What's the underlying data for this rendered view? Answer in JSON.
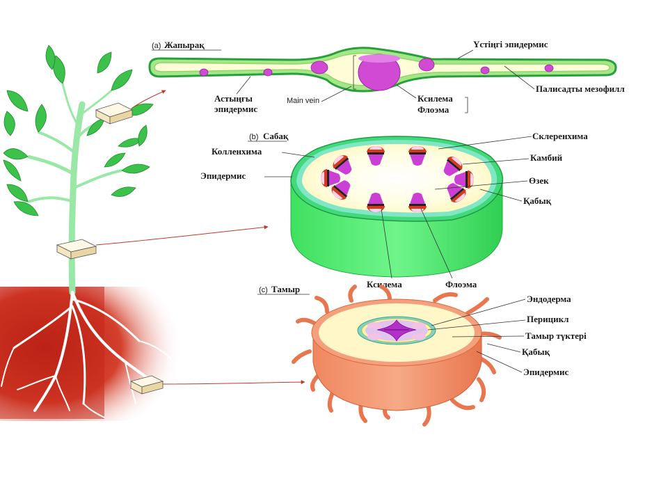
{
  "leaf": {
    "tag": "(a)",
    "title": "Жапырақ",
    "upper_epidermis": "Үстіңгі эпидермис",
    "palisade": "Палисадты мезофилл",
    "lower_epidermis_1": "Астыңғы",
    "lower_epidermis_2": "эпидермис",
    "main_vein": "Main vein",
    "xylem": "Ксилема",
    "phloem": "Флоэма"
  },
  "stem": {
    "tag": "(b)",
    "title": "Сабақ",
    "sclerenchyma": "Склеренхима",
    "collenchyma": "Колленхима",
    "cambium": "Камбий",
    "epidermis": "Эпидермис",
    "pith": "Өзек",
    "cortex": "Қабық",
    "xylem": "Ксилема",
    "phloem": "Флоэма"
  },
  "root": {
    "tag": "(c)",
    "title": "Тамыр",
    "endodermis": "Эндодерма",
    "pericycle": "Перицикл",
    "root_hairs": "Тамыр түктері",
    "cortex": "Қабық",
    "epidermis": "Эпидермис"
  },
  "colors": {
    "leaf_green": "#2db84a",
    "stem_green": "#35d65a",
    "soil_red": "#c8291c",
    "root_orange": "#f0936a",
    "xylem_magenta": "#c24bd0",
    "arrow_red": "#c0392b"
  }
}
